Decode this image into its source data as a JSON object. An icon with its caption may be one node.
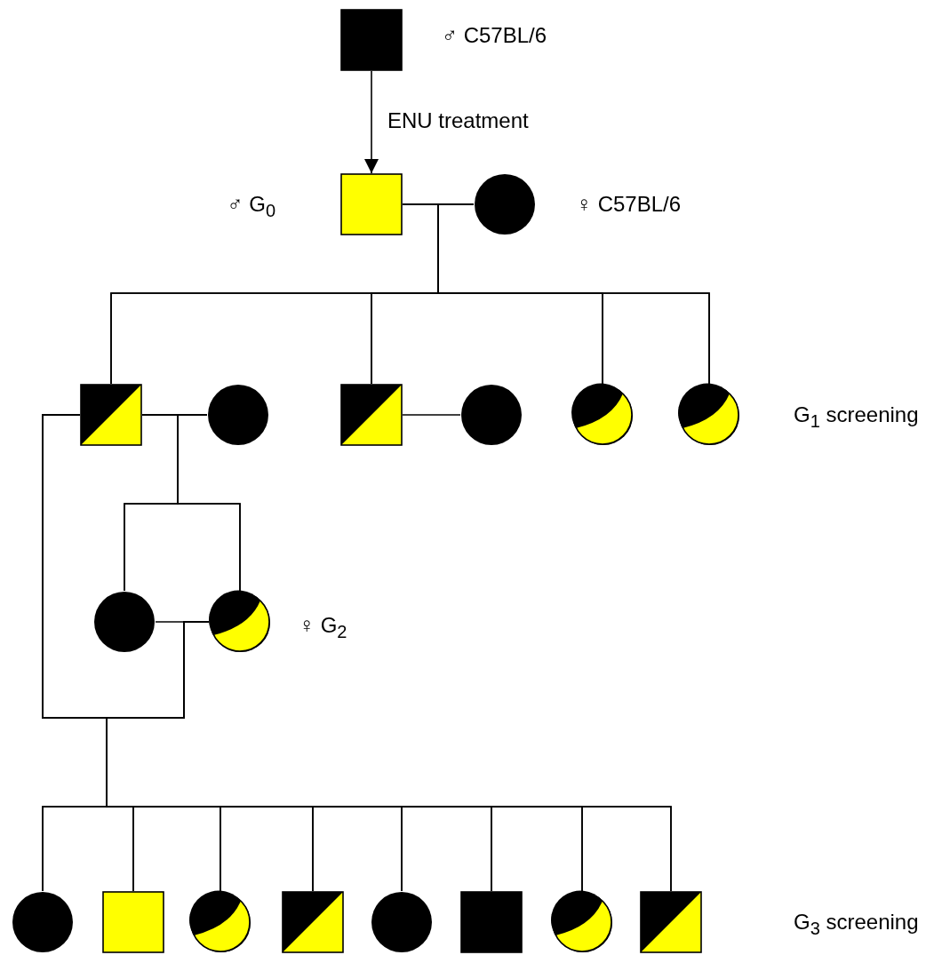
{
  "diagram": {
    "nodes": [
      {
        "text": [],
        "shape": "box",
        "beside": [
          "♂ C57BL/6"
        ]
      },
      {
        "text": [],
        "shape": "box",
        "beside": [
          "♂ G$_{0}$"
        ]
      },
      {
        "text": [],
        "shape": "circle",
        "beside": [
          "♀ C57BL/6"
        ]
      },
      {
        "text": [],
        "shape": "box"
      },
      {
        "text": [],
        "shape": "circle"
      },
      {
        "text": [],
        "shape": "box"
      },
      {
        "text": [],
        "shape": "circle"
      },
      {
        "text": [],
        "shape": "circle"
      },
      {
        "text": [],
        "shape": "circle"
      },
      {
        "text": [],
        "shape": "circle"
      },
      {
        "text": [],
        "shape": "circle",
        "beside": [
          "♀ G$_{2}$"
        ]
      },
      {
        "text": [],
        "shape": "circle"
      },
      {
        "text": [],
        "shape": "box"
      },
      {
        "text": [],
        "shape": "circle"
      },
      {
        "text": [],
        "shape": "box"
      },
      {
        "text": [],
        "shape": "circle"
      },
      {
        "text": [],
        "shape": "box"
      },
      {
        "text": [],
        "shape": "circle"
      },
      {
        "text": [],
        "shape": "box"
      }
    ],
    "edges": [
      {
        "from": 0,
        "to": 1,
        "arrow": "to",
        "label": "ENU treatment"
      },
      {
        "from": 1,
        "to": 2,
        "arrow": "none"
      },
      {
        "from": 1,
        "to": 3,
        "arrow": "none"
      },
      {
        "from": 2,
        "to": 3,
        "arrow": "none"
      },
      {
        "from": 1,
        "to": 5,
        "arrow": "none"
      },
      {
        "from": 2,
        "to": 5,
        "arrow": "none"
      },
      {
        "from": 1,
        "to": 7,
        "arrow": "none"
      },
      {
        "from": 2,
        "to": 7,
        "arrow": "none"
      },
      {
        "from": 1,
        "to": 8,
        "arrow": "none"
      },
      {
        "from": 2,
        "to": 8,
        "arrow": "none"
      },
      {
        "from": 3,
        "to": 4,
        "arrow": "none"
      },
      {
        "from": 5,
        "to": 6,
        "arrow": "none"
      },
      {
        "from": 3,
        "to": 9,
        "arrow": "none"
      },
      {
        "from": 4,
        "to": 9,
        "arrow": "none"
      },
      {
        "from": 3,
        "to": 10,
        "arrow": "none"
      },
      {
        "from": 4,
        "to": 10,
        "arrow": "none"
      },
      {
        "from": 9,
        "to": 10,
        "arrow": "none"
      },
      {
        "from": 3,
        "to": 10,
        "arrow": "none"
      },
      {
        "from": 3,
        "to": 11,
        "arrow": "none"
      },
      {
        "from": 10,
        "to": 11,
        "arrow": "none"
      },
      {
        "from": 3,
        "to": 12,
        "arrow": "none"
      },
      {
        "from": 10,
        "to": 12,
        "arrow": "none"
      },
      {
        "from": 3,
        "to": 13,
        "arrow": "none"
      },
      {
        "from": 10,
        "to": 13,
        "arrow": "none"
      },
      {
        "from": 3,
        "to": 14,
        "arrow": "none"
      },
      {
        "from": 10,
        "to": 14,
        "arrow": "none"
      },
      {
        "from": 3,
        "to": 15,
        "arrow": "none"
      },
      {
        "from": 10,
        "to": 15,
        "arrow": "none"
      },
      {
        "from": 3,
        "to": 16,
        "arrow": "none"
      },
      {
        "from": 10,
        "to": 16,
        "arrow": "none"
      },
      {
        "from": 3,
        "to": 17,
        "arrow": "none"
      },
      {
        "from": 10,
        "to": 17,
        "arrow": "none"
      },
      {
        "from": 3,
        "to": 18,
        "arrow": "none"
      },
      {
        "from": 10,
        "to": 18,
        "arrow": "none"
      }
    ],
    "labels": [
      "G$_{1}$ screening",
      "G$_{3}$ screening"
    ]
  }
}
